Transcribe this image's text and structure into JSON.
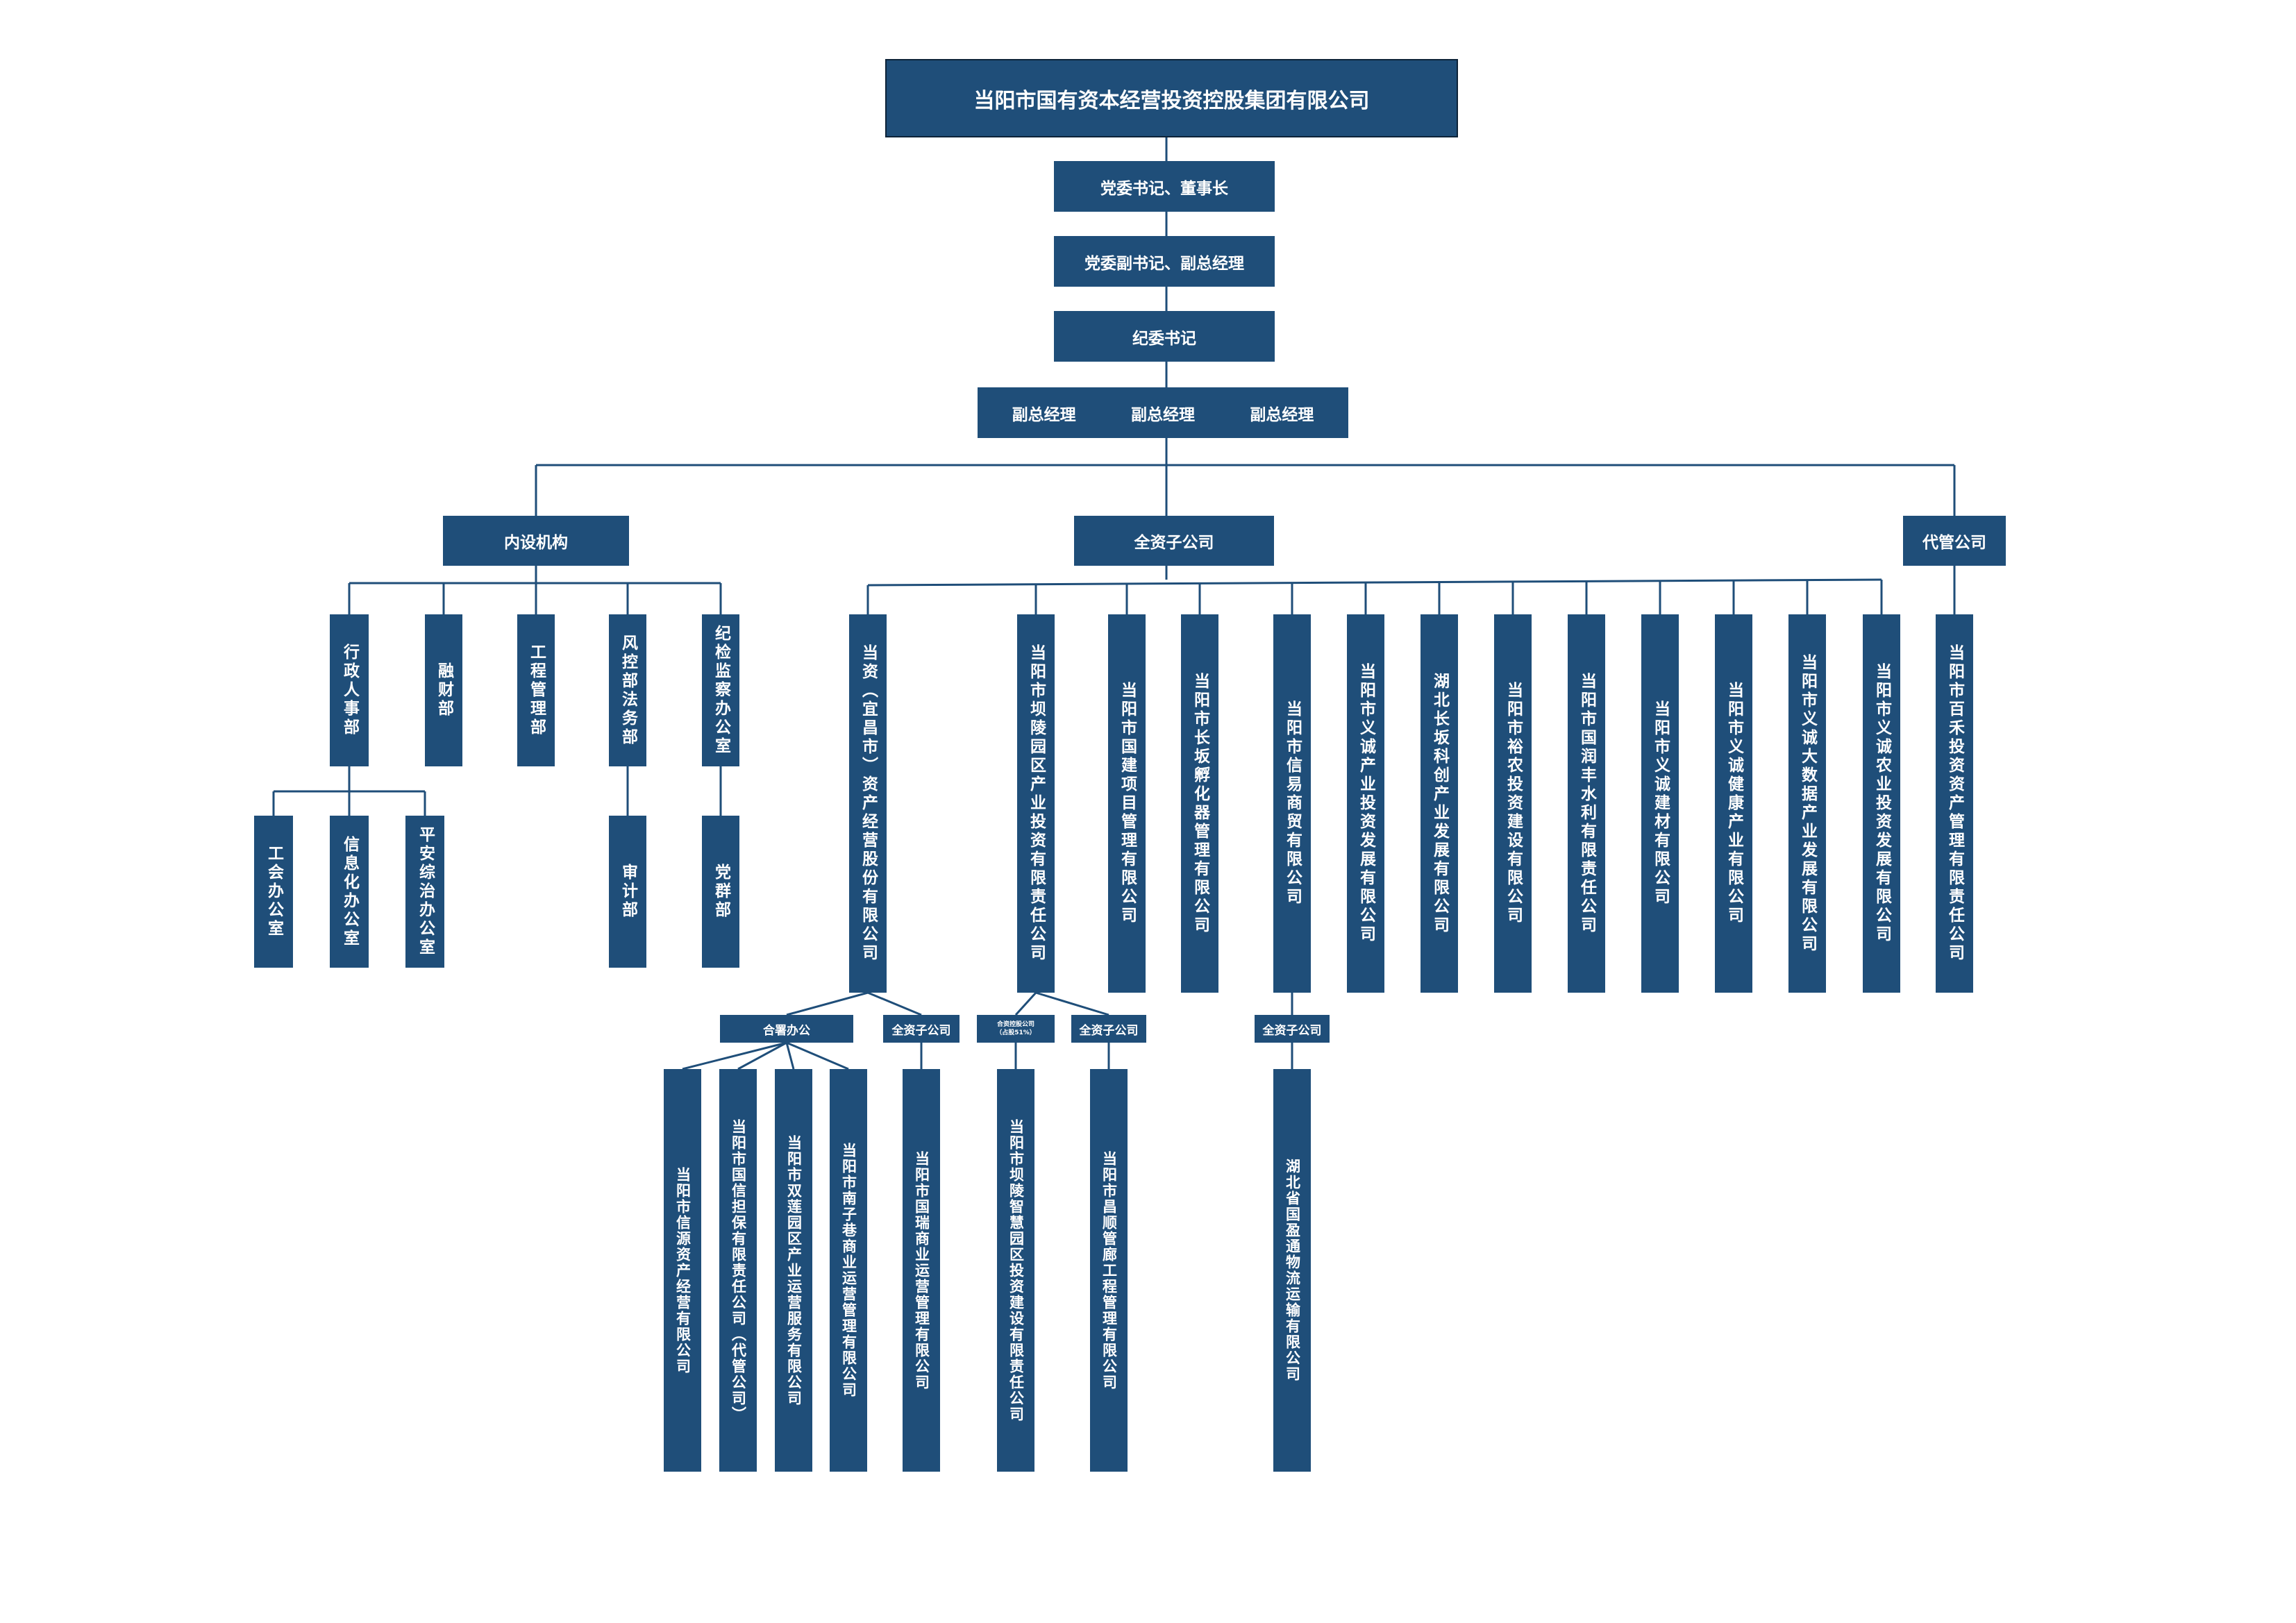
{
  "top": {
    "company": "当阳市国有资本经营投资控股集团有限公司"
  },
  "leadership": {
    "secretary_chairman": "党委书记、董事长",
    "deputy_secretary_gm": "党委副书记、副总经理",
    "discipline_secretary": "纪委书记",
    "deputy_gm_1": "副总经理",
    "deputy_gm_2": "副总经理",
    "deputy_gm_3": "副总经理"
  },
  "groups": {
    "internal": "内设机构",
    "wholly_owned": "全资子公司",
    "managed": "代管公司"
  },
  "internal_depts": {
    "admin_hr": "行政人事部",
    "finance": "融财部",
    "engineering": "工程管理部",
    "risk_legal": "风控部法务部",
    "discipline_office": "纪检监察办公室"
  },
  "internal_sub": {
    "union_office": "工会办公室",
    "it_office": "信息化办公室",
    "safety_office": "平安综治办公室",
    "audit": "审计部",
    "party_mass": "党群部"
  },
  "subsidiaries": {
    "s1": "当资（宜昌市）资产经营股份有限公司",
    "s2": "当阳市坝陵园区产业投资有限责任公司",
    "s3": "当阳市国建项目管理有限公司",
    "s4": "当阳市长坂孵化器管理有限公司",
    "s5": "当阳市信易商贸有限公司",
    "s6": "当阳市义诚产业投资发展有限公司",
    "s7": "湖北长坂科创产业发展有限公司",
    "s8": "当阳市裕农投资建设有限公司",
    "s9": "当阳市国润丰水利有限责任公司",
    "s10": "当阳市义诚建材有限公司",
    "s11": "当阳市义诚健康产业有限公司",
    "s12": "当阳市义诚大数据产业发展有限公司",
    "s13": "当阳市义诚农业投资发展有限公司"
  },
  "managed_company": {
    "m1": "当阳市百禾投资资产管理有限责任公司"
  },
  "sub_labels": {
    "joint_office": "合署办公",
    "wholly_owned_a": "全资子公司",
    "controlled_line1": "合资控股公司",
    "controlled_line2": "（占股51%）",
    "wholly_owned_b": "全资子公司",
    "wholly_owned_c": "全资子公司"
  },
  "level4": {
    "c1": "当阳市信源资产经营有限公司",
    "c2": "当阳市国信担保有限责任公司（代管公司）",
    "c3": "当阳市双莲园区产业运营服务有限公司",
    "c4": "当阳市南子巷商业运营管理有限公司",
    "c5": "当阳市国瑞商业运营管理有限公司",
    "c6": "当阳市坝陵智慧园区投资建设有限责任公司",
    "c7": "当阳市昌顺管廊工程管理有限公司",
    "c8": "湖北省国盈通物流运输有限公司"
  },
  "colors": {
    "box": "#1f4e79",
    "line": "#1f4e79",
    "text": "#ffffff"
  }
}
